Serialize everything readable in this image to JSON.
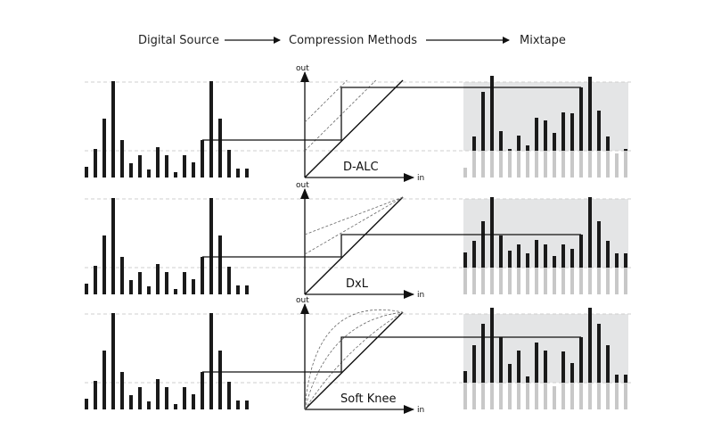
{
  "header": {
    "source": "Digital Source",
    "methods": "Compression Methods",
    "output": "Mixtape"
  },
  "axis_labels": {
    "out": "out",
    "in": "in"
  },
  "input_signal": [
    12,
    32,
    66,
    108,
    42,
    16,
    25,
    9,
    34,
    25,
    6,
    25,
    17,
    42,
    108,
    66,
    31,
    10,
    10
  ],
  "threshold": 30,
  "ceiling": 107,
  "rows": [
    {
      "method": "D-ALC",
      "style": "parallel",
      "output": [
        11,
        46,
        96,
        114,
        52,
        32,
        47,
        36,
        67,
        64,
        50,
        73,
        72,
        101,
        113,
        75,
        46,
        27,
        32
      ]
    },
    {
      "method": "DxL",
      "style": "fan",
      "output": [
        47,
        60,
        82,
        109,
        66,
        49,
        56,
        46,
        61,
        56,
        43,
        56,
        51,
        67,
        109,
        82,
        60,
        46,
        46
      ]
    },
    {
      "method": "Soft Knee",
      "style": "curve",
      "output": [
        43,
        72,
        96,
        114,
        81,
        51,
        66,
        37,
        75,
        66,
        26,
        65,
        52,
        81,
        114,
        96,
        72,
        39,
        39
      ]
    }
  ],
  "colors": {
    "bar": "#1a1a1a",
    "gray_bar": "#c8c8c8",
    "box": "#e4e5e6",
    "guide": "#cfcfcf"
  }
}
